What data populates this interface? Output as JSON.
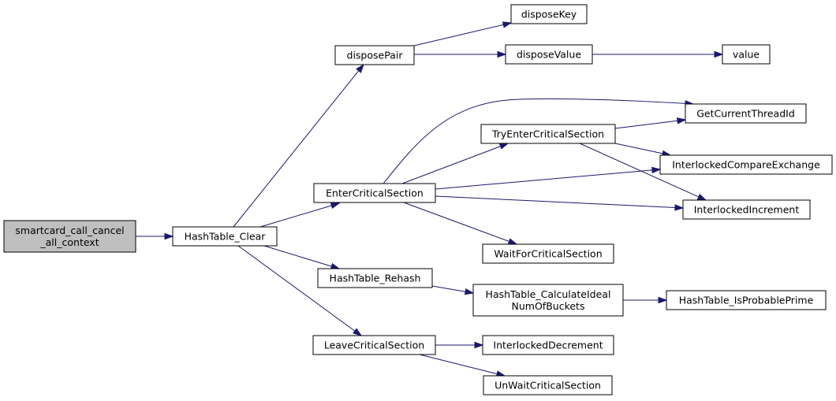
{
  "graph": {
    "colors": {
      "edge": "#191970",
      "root_fill": "#bfbfbf",
      "node_fill": "#ffffff",
      "node_border": "#000000"
    },
    "nodes": {
      "root": {
        "lines": [
          "smartcard_call_cancel",
          "_all_context"
        ]
      },
      "hashtable_clear": {
        "lines": [
          "HashTable_Clear"
        ]
      },
      "disposepair": {
        "lines": [
          "disposePair"
        ]
      },
      "disposekey": {
        "lines": [
          "disposeKey"
        ]
      },
      "disposevalue": {
        "lines": [
          "disposeValue"
        ]
      },
      "value": {
        "lines": [
          "value"
        ]
      },
      "entercriticalsection": {
        "lines": [
          "EnterCriticalSection"
        ]
      },
      "tryentercriticalsection": {
        "lines": [
          "TryEnterCriticalSection"
        ]
      },
      "getcurrentthreadid": {
        "lines": [
          "GetCurrentThreadId"
        ]
      },
      "interlockedcompareexchange": {
        "lines": [
          "InterlockedCompareExchange"
        ]
      },
      "interlockedincrement": {
        "lines": [
          "InterlockedIncrement"
        ]
      },
      "waitforcriticalsection": {
        "lines": [
          "WaitForCriticalSection"
        ]
      },
      "hashtable_rehash": {
        "lines": [
          "HashTable_Rehash"
        ]
      },
      "hashtable_calculateideal": {
        "lines": [
          "HashTable_CalculateIdeal",
          "NumOfBuckets"
        ]
      },
      "hashtable_isprobableprime": {
        "lines": [
          "HashTable_IsProbablePrime"
        ]
      },
      "leavecriticalsection": {
        "lines": [
          "LeaveCriticalSection"
        ]
      },
      "interlockeddecrement": {
        "lines": [
          "InterlockedDecrement"
        ]
      },
      "unwaitcriticalsection": {
        "lines": [
          "UnWaitCriticalSection"
        ]
      }
    },
    "edges": [
      {
        "from": "root",
        "to": "hashtable_clear"
      },
      {
        "from": "hashtable_clear",
        "to": "disposepair"
      },
      {
        "from": "hashtable_clear",
        "to": "entercriticalsection"
      },
      {
        "from": "hashtable_clear",
        "to": "hashtable_rehash"
      },
      {
        "from": "hashtable_clear",
        "to": "leavecriticalsection"
      },
      {
        "from": "disposepair",
        "to": "disposekey"
      },
      {
        "from": "disposepair",
        "to": "disposevalue"
      },
      {
        "from": "disposevalue",
        "to": "value"
      },
      {
        "from": "entercriticalsection",
        "to": "getcurrentthreadid"
      },
      {
        "from": "entercriticalsection",
        "to": "tryentercriticalsection"
      },
      {
        "from": "entercriticalsection",
        "to": "interlockedcompareexchange"
      },
      {
        "from": "entercriticalsection",
        "to": "interlockedincrement"
      },
      {
        "from": "entercriticalsection",
        "to": "waitforcriticalsection"
      },
      {
        "from": "tryentercriticalsection",
        "to": "getcurrentthreadid"
      },
      {
        "from": "tryentercriticalsection",
        "to": "interlockedcompareexchange"
      },
      {
        "from": "tryentercriticalsection",
        "to": "interlockedincrement"
      },
      {
        "from": "hashtable_rehash",
        "to": "hashtable_calculateideal"
      },
      {
        "from": "hashtable_calculateideal",
        "to": "hashtable_isprobableprime"
      },
      {
        "from": "leavecriticalsection",
        "to": "interlockeddecrement"
      },
      {
        "from": "leavecriticalsection",
        "to": "unwaitcriticalsection"
      }
    ]
  }
}
